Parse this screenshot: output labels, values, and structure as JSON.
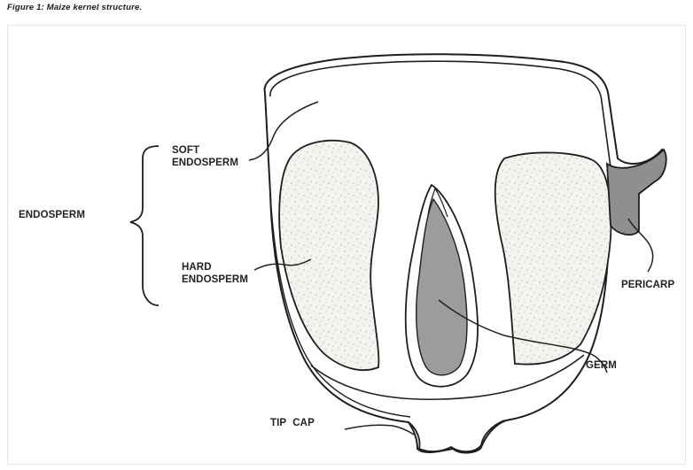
{
  "figure": {
    "caption": "Figure 1: Maize kernel structure."
  },
  "labels": {
    "soft_endosperm": [
      "SOFT",
      "ENDOSPERM"
    ],
    "endosperm": "ENDOSPERM",
    "hard_endosperm": [
      "HARD",
      "ENDOSPERM"
    ],
    "pericarp": "PERICARP",
    "germ": "GERM",
    "tip_cap": "TIP CAP"
  },
  "colors": {
    "outline": "#1e1e1e",
    "germ_fill": "#9c9c9c",
    "pericarp_fill": "#8f8f8f",
    "endosperm_fill": "#f3f3ef",
    "stipple": "#b8b8b0"
  }
}
